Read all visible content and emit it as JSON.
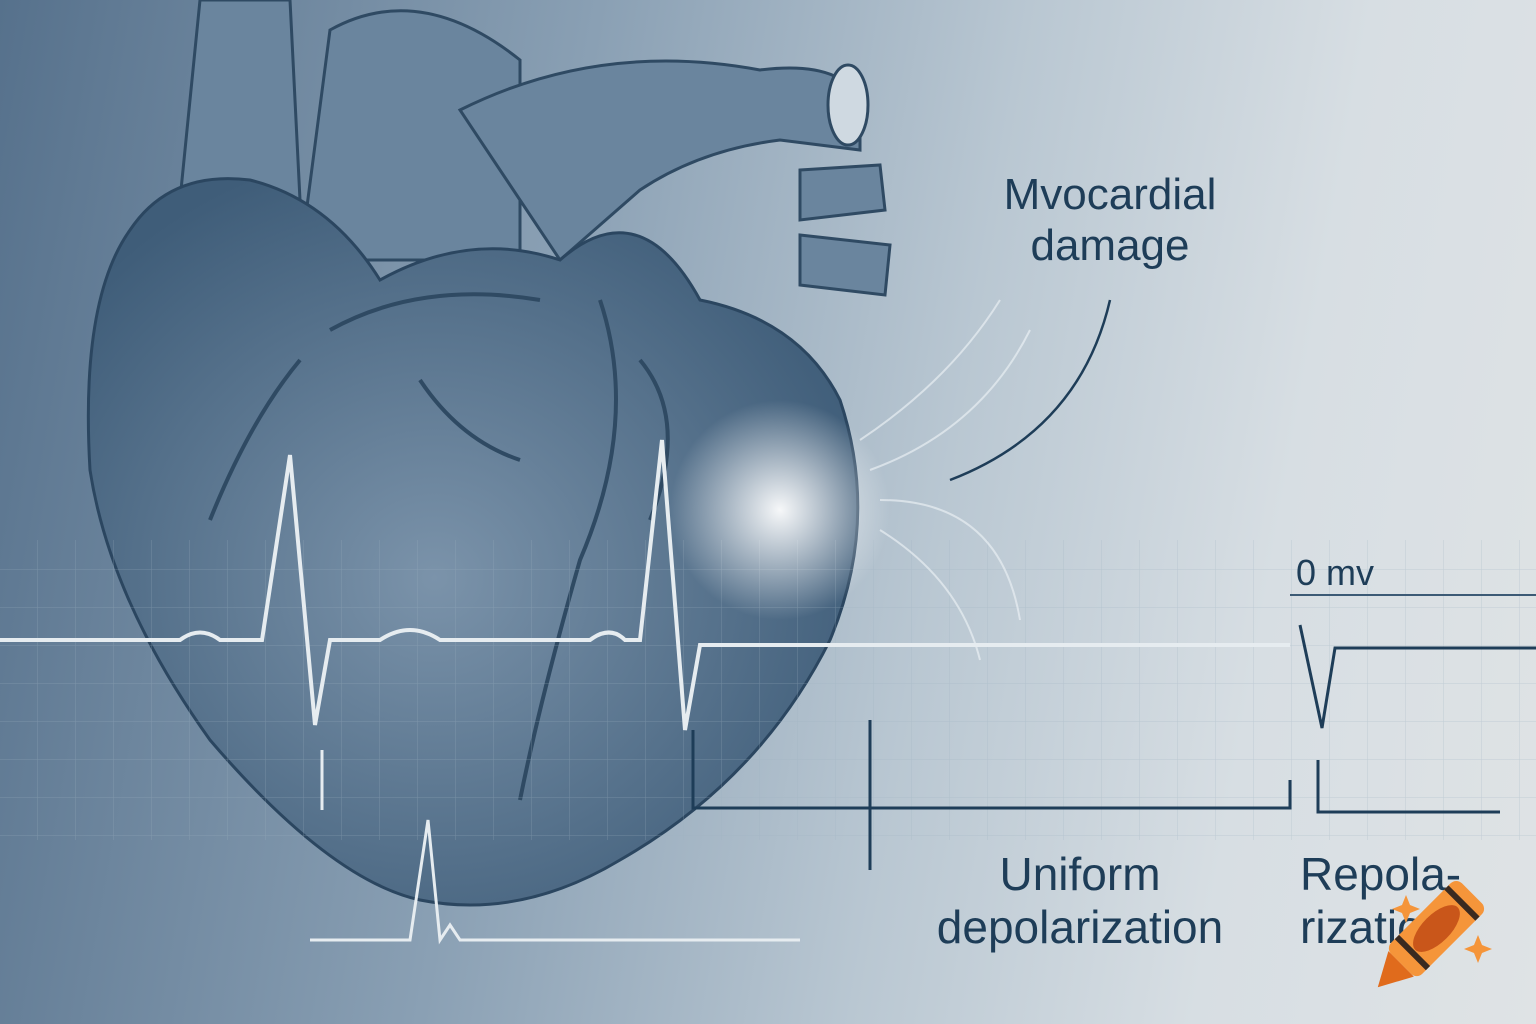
{
  "labels": {
    "damage_line1": "Mvocardial",
    "damage_line2": "damage",
    "zero_mv": "0 mv",
    "uniform_line1": "Uniform",
    "uniform_line2": "depolarization",
    "repol_line1": "Repola-",
    "repol_line2": "rization"
  },
  "colors": {
    "ink": "#1e3d58",
    "heart": "#5e7a94",
    "trace": "#e6ecf0",
    "logo": "#f08a2a"
  },
  "logo": {
    "icon": "crayon-icon"
  }
}
